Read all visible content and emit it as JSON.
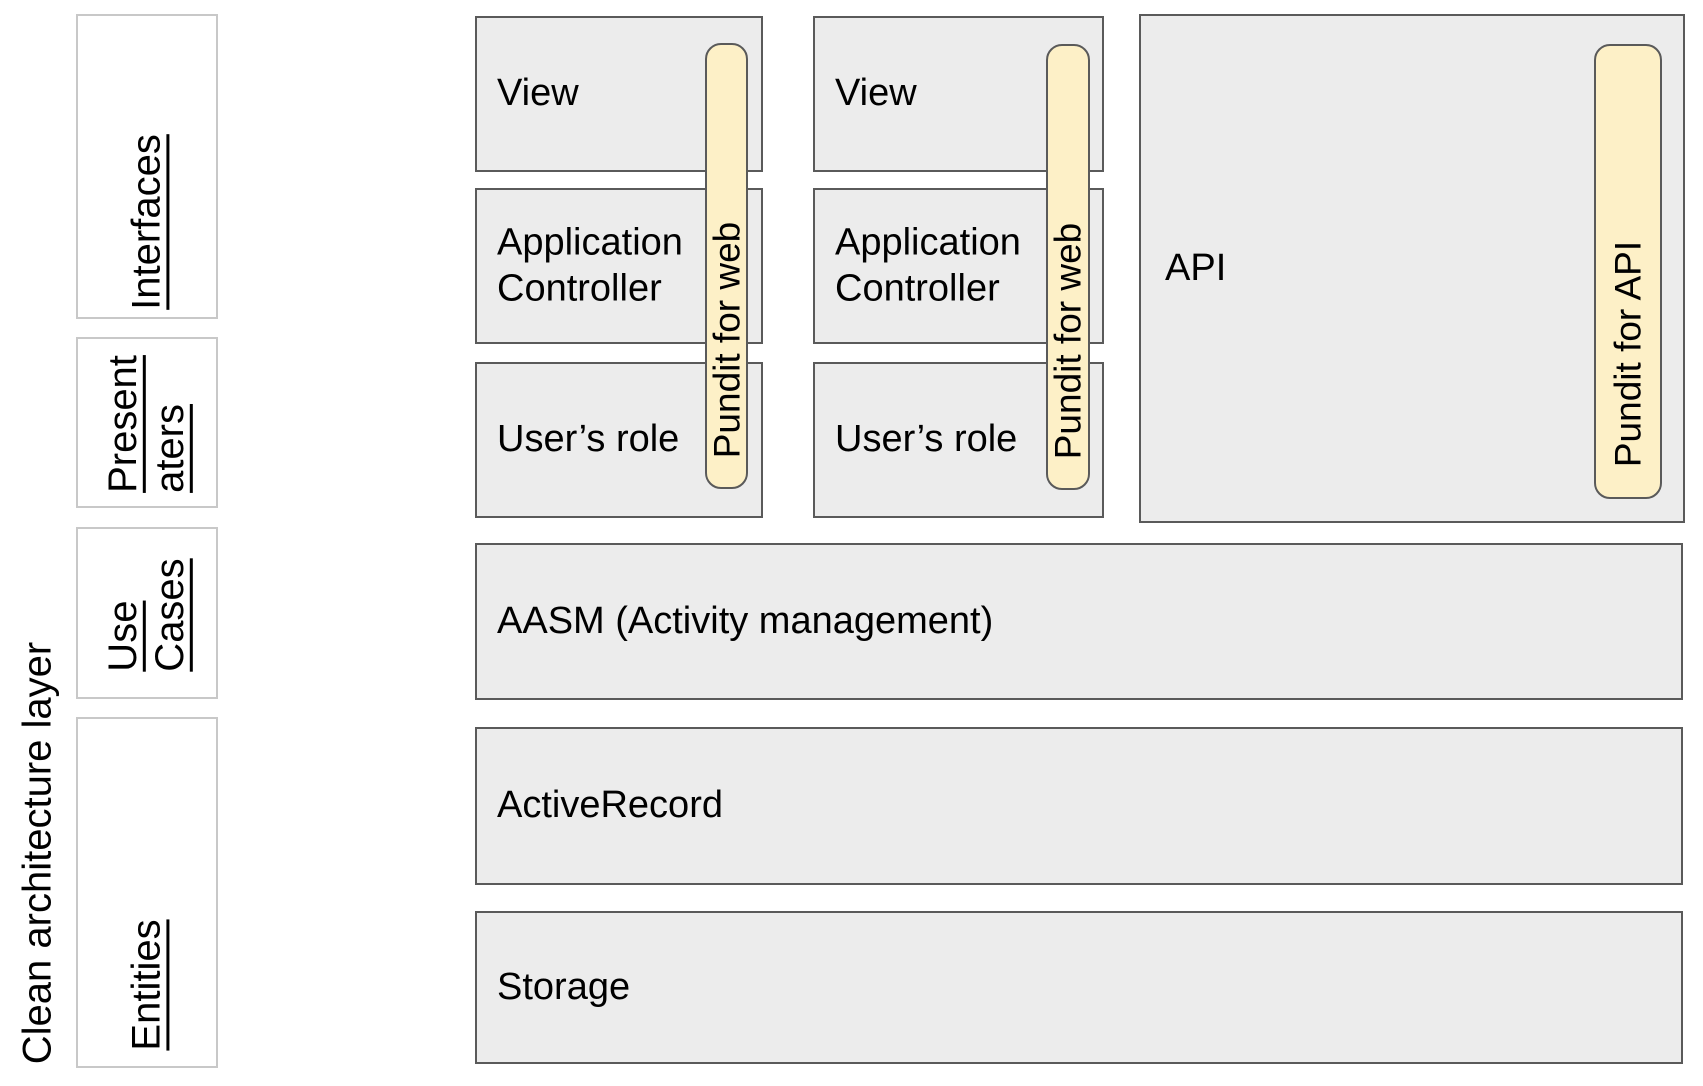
{
  "sidebar": {
    "axis_label": "Clean architecture layer",
    "layers": [
      {
        "id": "interfaces",
        "label": "Interfaces"
      },
      {
        "id": "presentaters",
        "label": "Present\naters"
      },
      {
        "id": "use-cases",
        "label": "Use\nCases"
      },
      {
        "id": "entities",
        "label": "Entities"
      }
    ]
  },
  "main": {
    "stacks": [
      {
        "view": "View",
        "application_controller": "Application\nController",
        "users_role": "User’s role",
        "pill": "Pundit for web"
      },
      {
        "view": "View",
        "application_controller": "Application\nController",
        "users_role": "User’s role",
        "pill": "Pundit for web"
      }
    ],
    "api": {
      "label": "API",
      "pill": "Pundit for API"
    },
    "layers": {
      "aasm": "AASM (Activity management)",
      "active_record": "ActiveRecord",
      "storage": "Storage"
    }
  },
  "colors": {
    "box_fill": "#ececec",
    "box_border": "#5a5a5a",
    "label_box_fill": "#ffffff",
    "label_box_border": "#c8c8c8",
    "pill_fill": "#fdf0c7",
    "pill_border": "#5a5a5a",
    "text": "#000000",
    "background": "#ffffff"
  }
}
